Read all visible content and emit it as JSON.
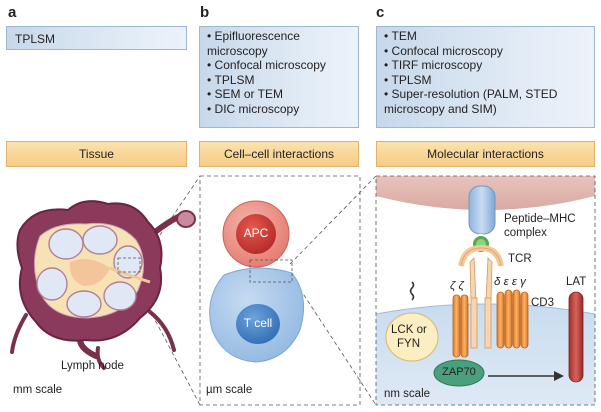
{
  "panels": [
    {
      "letter": "a",
      "methods": [
        "TPLSM"
      ],
      "scale": "Tissue",
      "scale_unit": "mm scale"
    },
    {
      "letter": "b",
      "methods": [
        "Epifluorescence microscopy",
        "Confocal microscopy",
        "TPLSM",
        "SEM or TEM",
        "DIC microscopy"
      ],
      "scale": "Cell–cell interactions",
      "scale_unit": "µm scale"
    },
    {
      "letter": "c",
      "methods": [
        "TEM",
        "Confocal microscopy",
        "TIRF microscopy",
        "TPLSM",
        "Super-resolution (PALM, STED microscopy and SIM)"
      ],
      "scale": "Molecular interactions",
      "scale_unit": "nm scale"
    }
  ],
  "labels": {
    "lymph_node": "Lymph node",
    "apc": "APC",
    "t_cell": "T cell",
    "peptide_mhc_1": "Peptide–MHC",
    "peptide_mhc_2": "complex",
    "tcr": "TCR",
    "cd3": "CD3",
    "cd3_chains": "δ ε ε γ",
    "zeta_chains": "ζ ζ",
    "lat": "LAT",
    "lck_1": "LCK or",
    "lck_2": "FYN",
    "zap70": "ZAP70"
  },
  "colors": {
    "method_box": "#c7d8ea",
    "scale_box": "#f6cc85",
    "apc": "#c8312f",
    "t_cell": "#4a86c6",
    "lymph_node": "#7a2f4d",
    "cd3": "#ef8a2b",
    "lat": "#b33a33",
    "zap70": "#4aa07c"
  }
}
